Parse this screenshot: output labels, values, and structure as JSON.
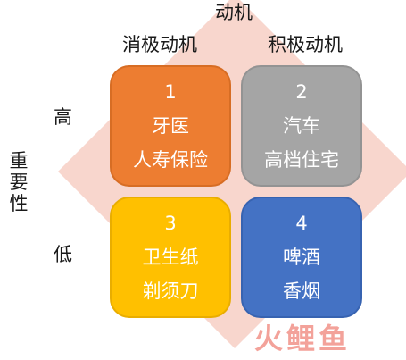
{
  "axis_top": "动机",
  "columns": [
    "消极动机",
    "积极动机"
  ],
  "rows": [
    "高",
    "低"
  ],
  "axis_side": "重要性",
  "quadrants": [
    {
      "number": "1",
      "line1": "牙医",
      "line2": "人寿保险",
      "color": "#ed7d31"
    },
    {
      "number": "2",
      "line1": "汽车",
      "line2": "高档住宅",
      "color": "#a5a5a5"
    },
    {
      "number": "3",
      "line1": "卫生纸",
      "line2": "剃须刀",
      "color": "#ffc000"
    },
    {
      "number": "4",
      "line1": "啤酒",
      "line2": "香烟",
      "color": "#4472c4"
    }
  ],
  "diamond_color": "#f8d6cd",
  "watermark": {
    "chars": [
      "火",
      "鲤",
      "鱼"
    ],
    "color": "#f3a29a"
  }
}
